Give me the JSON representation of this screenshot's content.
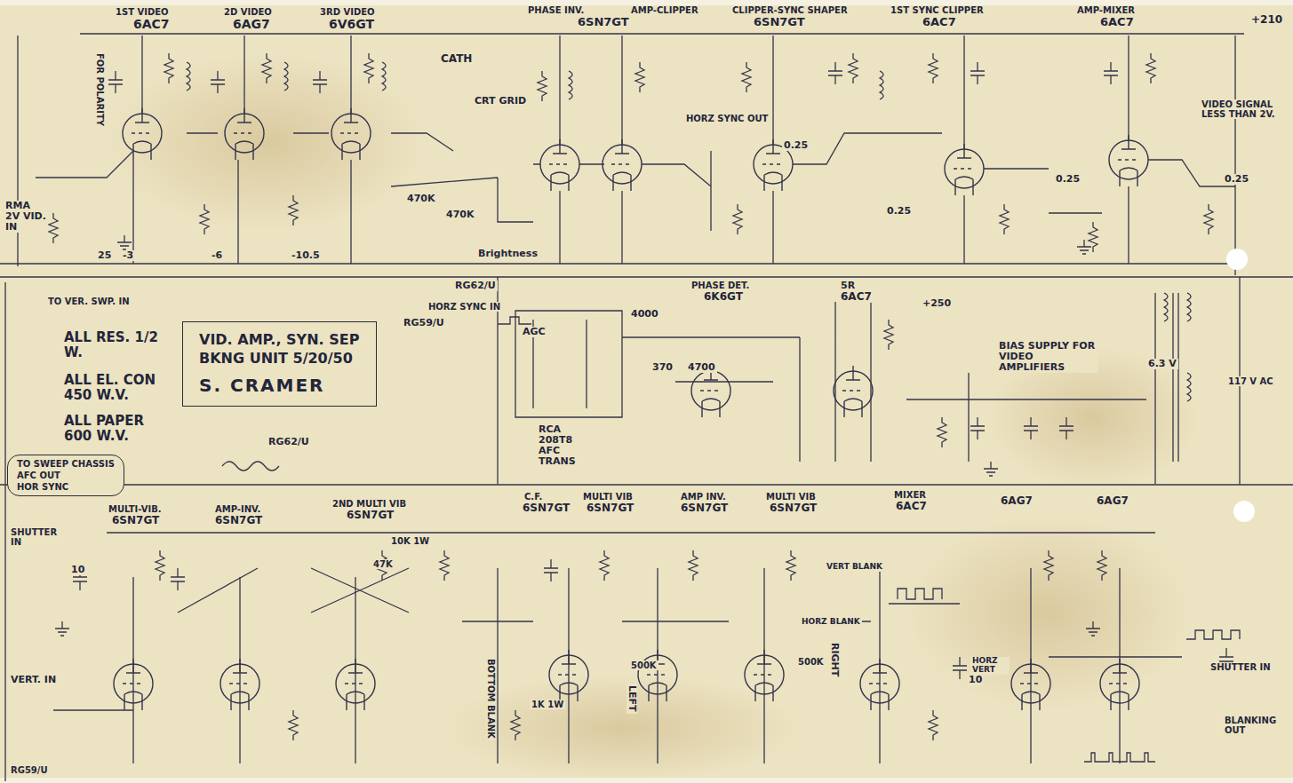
{
  "diagram": {
    "nodes": [
      {
        "text": [
          "VID. AMP., SYN. SEP",
          "BKNG UNIT 5/20/50",
          "S. CRAMER"
        ]
      },
      {
        "text": [
          "TO SWEEP CHASSIS",
          "AFC OUT",
          "HOR SYNC"
        ]
      }
    ],
    "labels": [
      "1ST VIDEO",
      "6AC7",
      "2D VIDEO",
      "6AG7",
      "3RD VIDEO",
      "6V6GT",
      "PHASE INV.",
      "6SN7GT",
      "AMP-CLIPPER",
      "CLIPPER-SYNC SHAPER",
      "6SN7GT",
      "1ST SYNC CLIPPER",
      "6AC7",
      "AMP-MIXER",
      "6AC7",
      "+210",
      "RMA 2V VID. IN",
      "FOR POLARITY",
      "25",
      "-3",
      "-6",
      "-10.5",
      "CATH",
      "CRT GRID",
      "470K",
      "470K",
      "Brightness",
      "RG62/U",
      "HORZ SYNC OUT",
      "0.25",
      "0.25",
      "0.25",
      "0.25",
      "VIDEO SIGNAL LESS THAN 2V.",
      "TO VER. SWP. IN",
      "ALL RES. 1/2 W.",
      "ALL EL. CON 450 W.V.",
      "ALL PAPER 600 W.V.",
      "RG62/U",
      "RG59/U",
      "HORZ SYNC IN",
      "AGC",
      "RCA 208T8 AFC TRANS",
      "4000",
      "370",
      "4700",
      "PHASE DET.",
      "6K6GT",
      "5R",
      "6AC7",
      "+250",
      "BIAS SUPPLY FOR VIDEO AMPLIFIERS",
      "6.3 V",
      "117 V AC",
      "SHUTTER IN",
      "MULTI-VIB.",
      "6SN7GT",
      "AMP-INV.",
      "6SN7GT",
      "2ND MULTI VIB",
      "6SN7GT",
      "C.F.",
      "6SN7GT",
      "MULTI VIB",
      "6SN7GT",
      "AMP INV.",
      "6SN7GT",
      "MULTI VIB",
      "6SN7GT",
      "MIXER",
      "6AC7",
      "6AG7",
      "6AG7",
      "VERT. IN",
      "BOTTOM BLANK",
      "LEFT",
      "RIGHT",
      "VERT BLANK",
      "HORZ BLANK",
      "HORZ VERT",
      "SHUTTER IN",
      "BLANKING OUT",
      "RG59/U",
      "1K 1W",
      "10K 1W",
      "47K",
      "10",
      "10",
      "500K",
      "500K"
    ]
  }
}
